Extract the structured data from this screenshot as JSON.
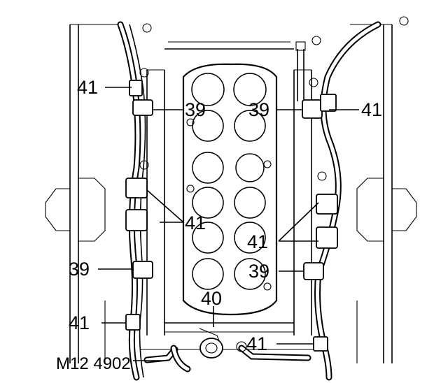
{
  "figure_id": "M12 4902",
  "callouts": {
    "top_left_41": "41",
    "top_left_39": "39",
    "top_right_39": "39",
    "top_right_41": "41",
    "mid_left_41": "41",
    "mid_right_41": "41",
    "lower_left_39": "39",
    "lower_right_39": "39",
    "center_40": "40",
    "bottom_left_41": "41",
    "bottom_right_41": "41"
  }
}
